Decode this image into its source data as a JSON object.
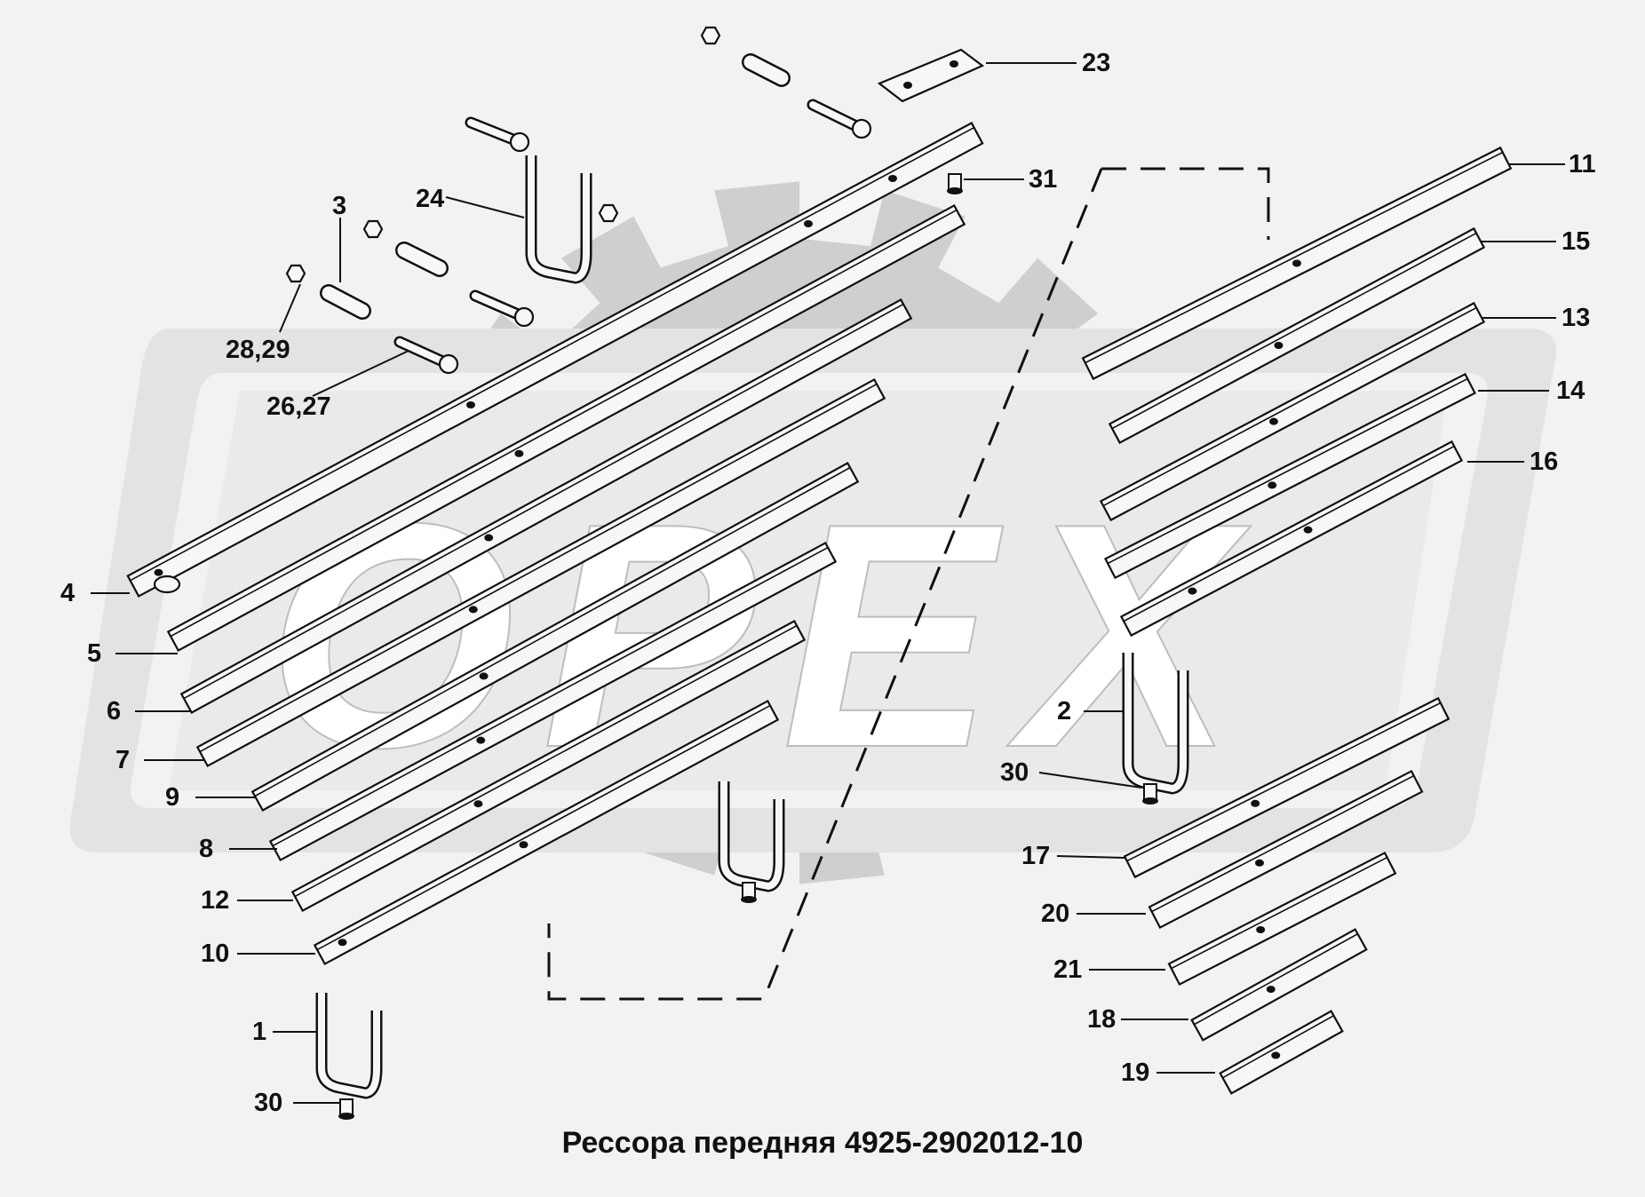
{
  "caption": "Рессора передняя 4925-2902012-10",
  "watermark": {
    "text": "OPEX",
    "gear_color": "#cfcfcf",
    "frame_color": "#e3e3e3",
    "letter_color": "#ffffff"
  },
  "colors": {
    "background": "#f2f2f2",
    "line": "#111111",
    "part_fill": "#f7f7f7"
  },
  "callouts": [
    {
      "id": "23",
      "label": "23"
    },
    {
      "id": "31",
      "label": "31"
    },
    {
      "id": "24",
      "label": "24"
    },
    {
      "id": "3",
      "label": "3"
    },
    {
      "id": "28-29",
      "label": "28,29"
    },
    {
      "id": "26-27",
      "label": "26,27"
    },
    {
      "id": "4",
      "label": "4"
    },
    {
      "id": "5",
      "label": "5"
    },
    {
      "id": "6",
      "label": "6"
    },
    {
      "id": "7",
      "label": "7"
    },
    {
      "id": "9",
      "label": "9"
    },
    {
      "id": "8",
      "label": "8"
    },
    {
      "id": "12",
      "label": "12"
    },
    {
      "id": "10",
      "label": "10"
    },
    {
      "id": "1",
      "label": "1"
    },
    {
      "id": "30-left",
      "label": "30"
    },
    {
      "id": "11",
      "label": "11"
    },
    {
      "id": "15",
      "label": "15"
    },
    {
      "id": "13",
      "label": "13"
    },
    {
      "id": "14",
      "label": "14"
    },
    {
      "id": "16",
      "label": "16"
    },
    {
      "id": "2",
      "label": "2"
    },
    {
      "id": "30-right",
      "label": "30"
    },
    {
      "id": "17",
      "label": "17"
    },
    {
      "id": "20",
      "label": "20"
    },
    {
      "id": "21",
      "label": "21"
    },
    {
      "id": "18",
      "label": "18"
    },
    {
      "id": "19",
      "label": "19"
    }
  ]
}
